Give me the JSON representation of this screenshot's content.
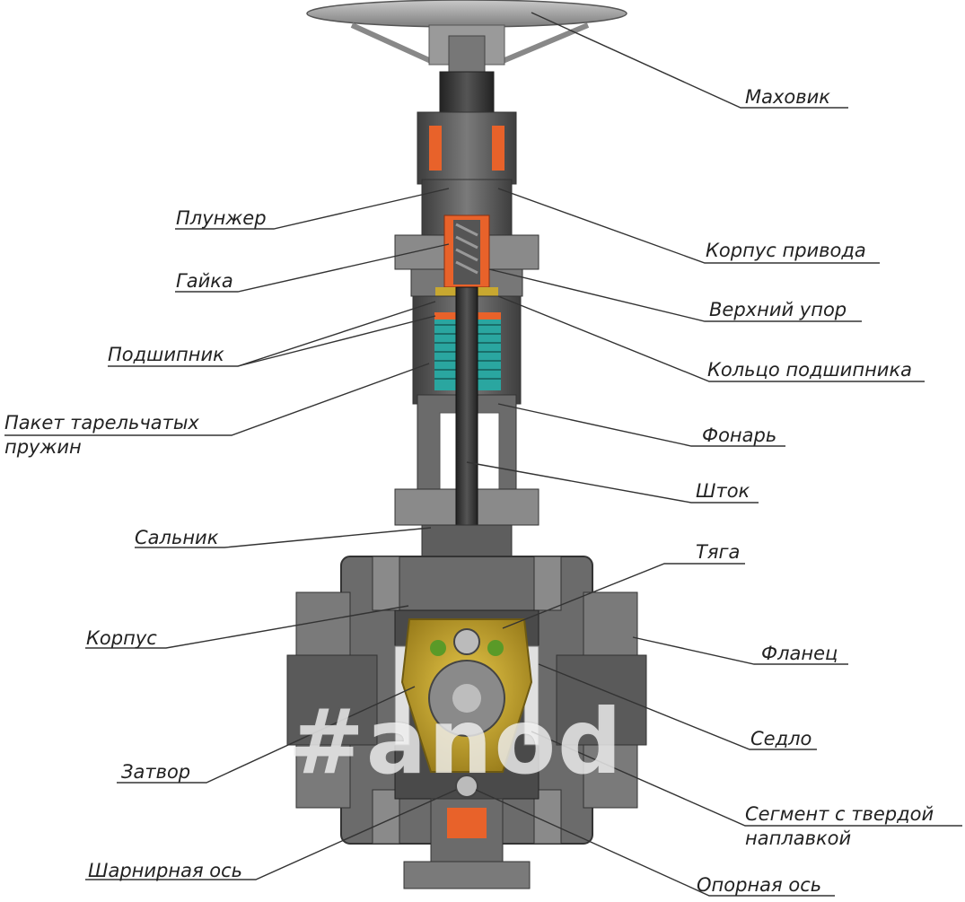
{
  "labels": {
    "handwheel": "Маховик",
    "plunger": "Плунжер",
    "actuator_body": "Корпус привода",
    "nut": "Гайка",
    "upper_stop": "Верхний упор",
    "bearing": "Подшипник",
    "bearing_ring": "Кольцо подшипника",
    "spring_pack_line1": "Пакет тарельчатых",
    "spring_pack_line2": "пружин",
    "lantern": "Фонарь",
    "stem": "Шток",
    "gland": "Сальник",
    "rod": "Тяга",
    "body": "Корпус",
    "flange": "Фланец",
    "seat": "Седло",
    "closure": "Затвор",
    "segment_line1": "Сегмент с твердой",
    "segment_line2": "наплавкой",
    "hinge_axis": "Шарнирная ось",
    "support_axis": "Опорная ось"
  },
  "watermark": "#anod",
  "colors": {
    "metal_dark": "#4a4a4a",
    "metal": "#6b6b6b",
    "metal_light": "#9a9a9a",
    "orange": "#e8622a",
    "teal": "#2aa6a0",
    "gold": "#c8a830",
    "leader": "#333333"
  }
}
